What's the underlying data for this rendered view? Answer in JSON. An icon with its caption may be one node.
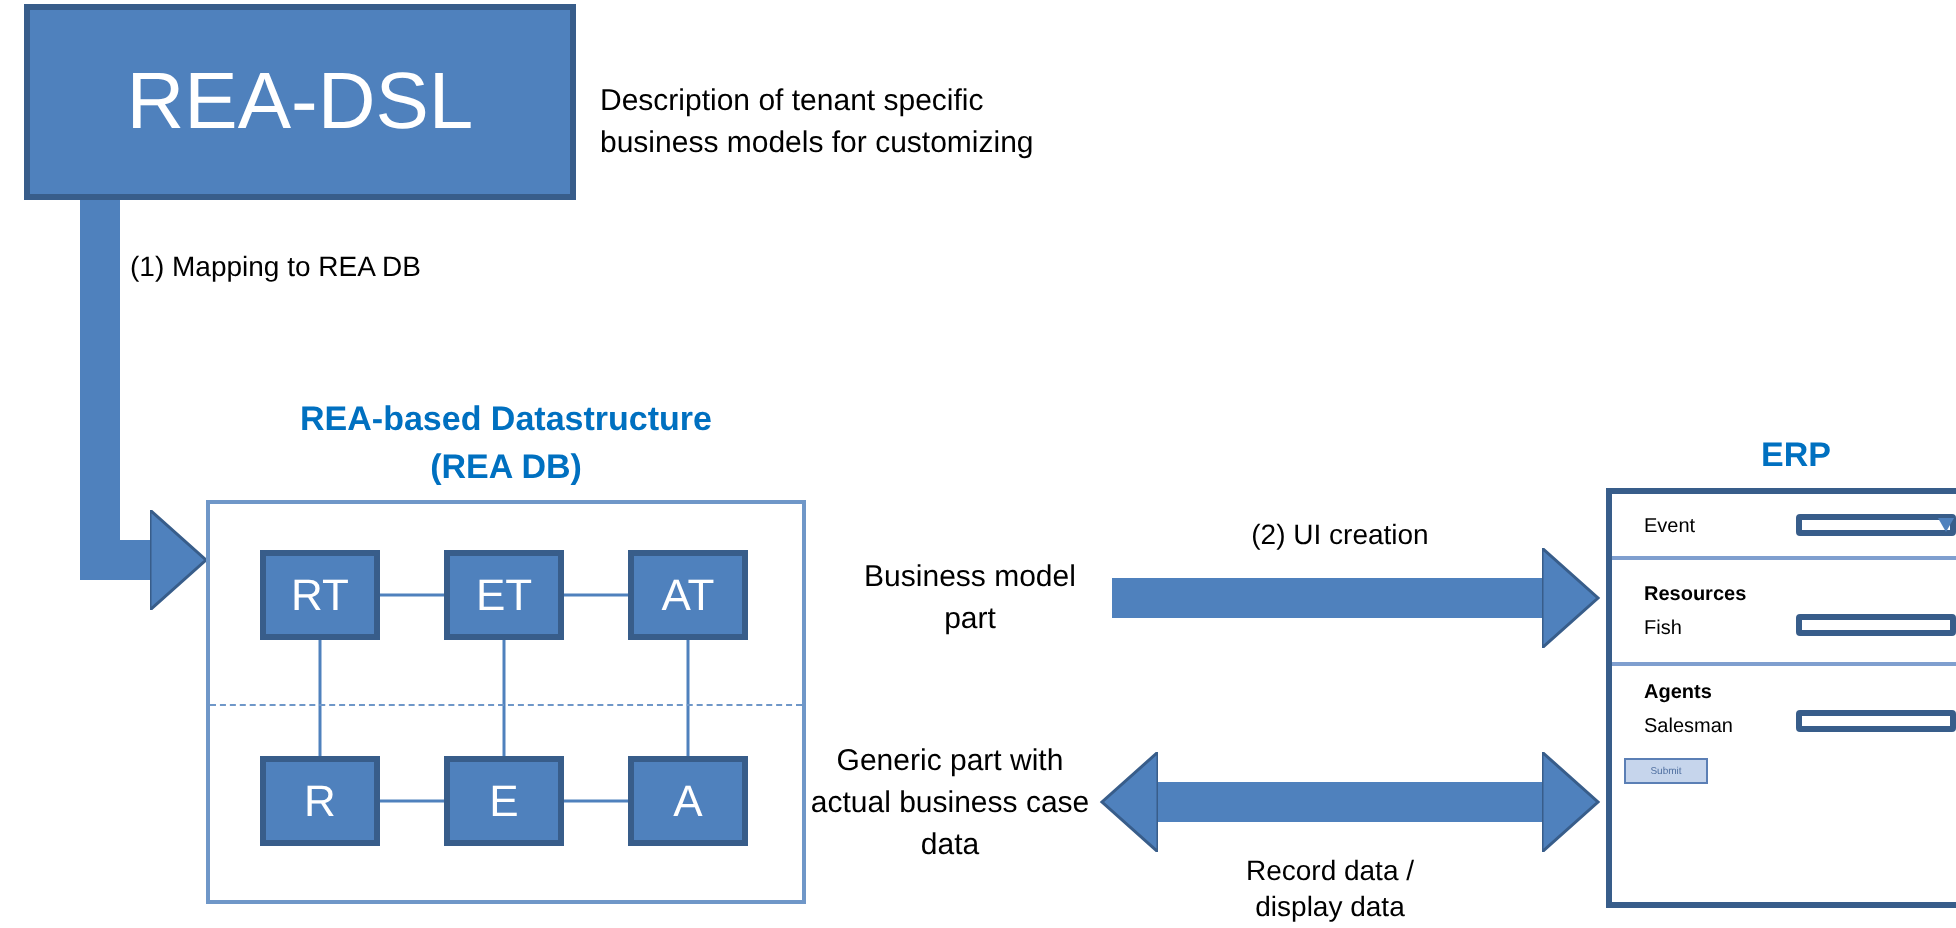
{
  "diagram": {
    "nodes": [
      {
        "text": [
          "REA-DSL"
        ],
        "beside": [
          "Description of tenant specific business models for customizing"
        ]
      },
      {
        "text": [
          "REA-based Datastructure (REA DB)"
        ]
      },
      {
        "text": [
          "RT"
        ],
        "in": 1
      },
      {
        "text": [
          "ET"
        ],
        "in": 1
      },
      {
        "text": [
          "AT"
        ],
        "in": 1
      },
      {
        "text": [
          "R"
        ],
        "in": 1
      },
      {
        "text": [
          "E"
        ],
        "in": 1
      },
      {
        "text": [
          "A"
        ],
        "in": 1
      },
      {
        "text": [
          "Business model part"
        ]
      },
      {
        "text": [
          "Generic part with actual business case data"
        ]
      },
      {
        "text": [
          "ERP"
        ]
      }
    ],
    "edges": [
      {
        "from": 0,
        "to": 1,
        "arrow": "to",
        "label": "(1) Mapping to REA DB",
        "style": "thick"
      },
      {
        "from": 2,
        "to": 3,
        "arrow": "none"
      },
      {
        "from": 3,
        "to": 4,
        "arrow": "none"
      },
      {
        "from": 2,
        "to": 5,
        "arrow": "none"
      },
      {
        "from": 3,
        "to": 6,
        "arrow": "none"
      },
      {
        "from": 4,
        "to": 7,
        "arrow": "none"
      },
      {
        "from": 5,
        "to": 6,
        "arrow": "none"
      },
      {
        "from": 6,
        "to": 7,
        "arrow": "none"
      },
      {
        "from": 8,
        "to": 10,
        "arrow": "to",
        "label": "(2) UI creation",
        "style": "thick"
      },
      {
        "from": 9,
        "to": 10,
        "arrow": "both",
        "label": "Record data / display data",
        "style": "thick"
      }
    ],
    "labels": [
      "Event",
      "Resources",
      "Fish",
      "Agents",
      "Salesman",
      "Submit"
    ]
  }
}
